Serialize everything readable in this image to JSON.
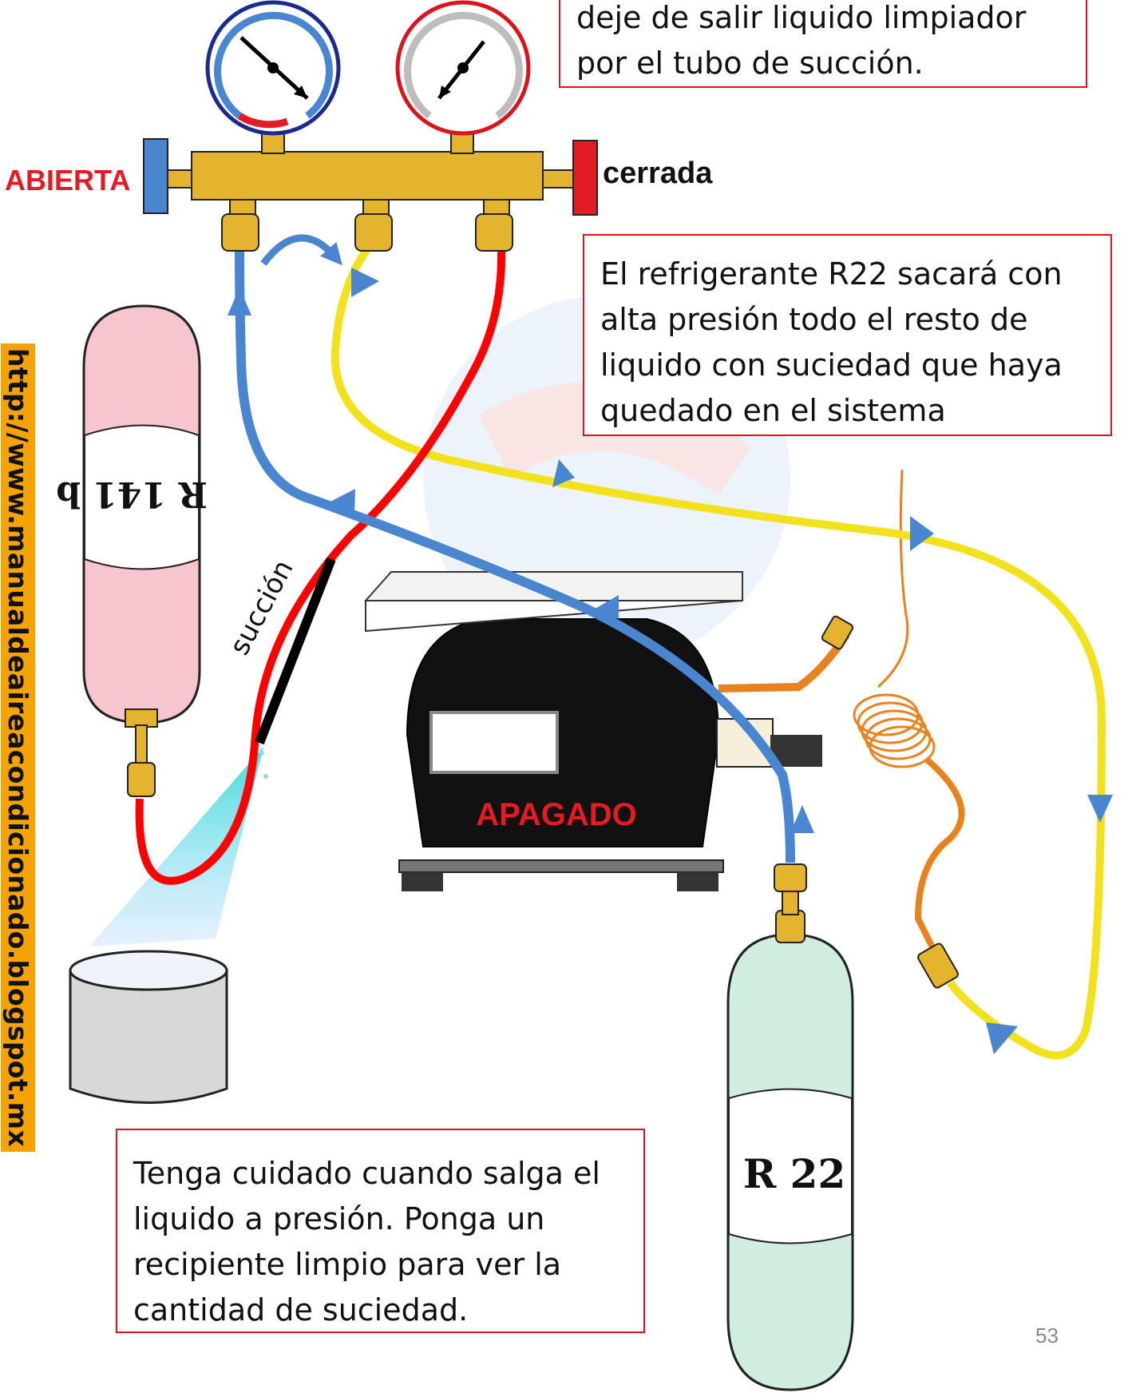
{
  "texts": {
    "top_note_line1": "deje de salir liquido limpiador",
    "top_note_line2": "por el tubo de succión.",
    "valve_left": "ABIERTA",
    "valve_right": "cerrada",
    "right_note_line1": "El refrigerante R22 sacará con",
    "right_note_line2": "alta presión todo el resto de",
    "right_note_line3": "liquido con suciedad que haya",
    "right_note_line4": "quedado en el sistema",
    "bottom_note_line1": "Tenga cuidado cuando salga el",
    "bottom_note_line2": "liquido a presión.  Ponga un",
    "bottom_note_line3": "recipiente limpio para ver la",
    "bottom_note_line4": "cantidad de suciedad.",
    "compressor_state": "APAGADO",
    "tank_r22_label": "R 22",
    "tank_r141b_label": "R 141 b",
    "suction_label": "succión",
    "side_url": "http://www.manualdeaireacondicionado.blogspot.mx",
    "page_number": "53"
  },
  "colors": {
    "blue_hose": "#4a86d0",
    "red_hose": "#ff0000",
    "yellow_hose": "#f2e21d",
    "orange_tube": "#e8821e",
    "brass": "#e5b42e",
    "box_border": "#d9141c",
    "r22_tank": "#cfeee0",
    "r141b_tank": "#f7c5ce",
    "url_highlight": "#f4a300"
  },
  "icons": [
    "low-pressure-gauge-icon",
    "high-pressure-gauge-icon",
    "compressor-icon",
    "bucket-icon"
  ]
}
